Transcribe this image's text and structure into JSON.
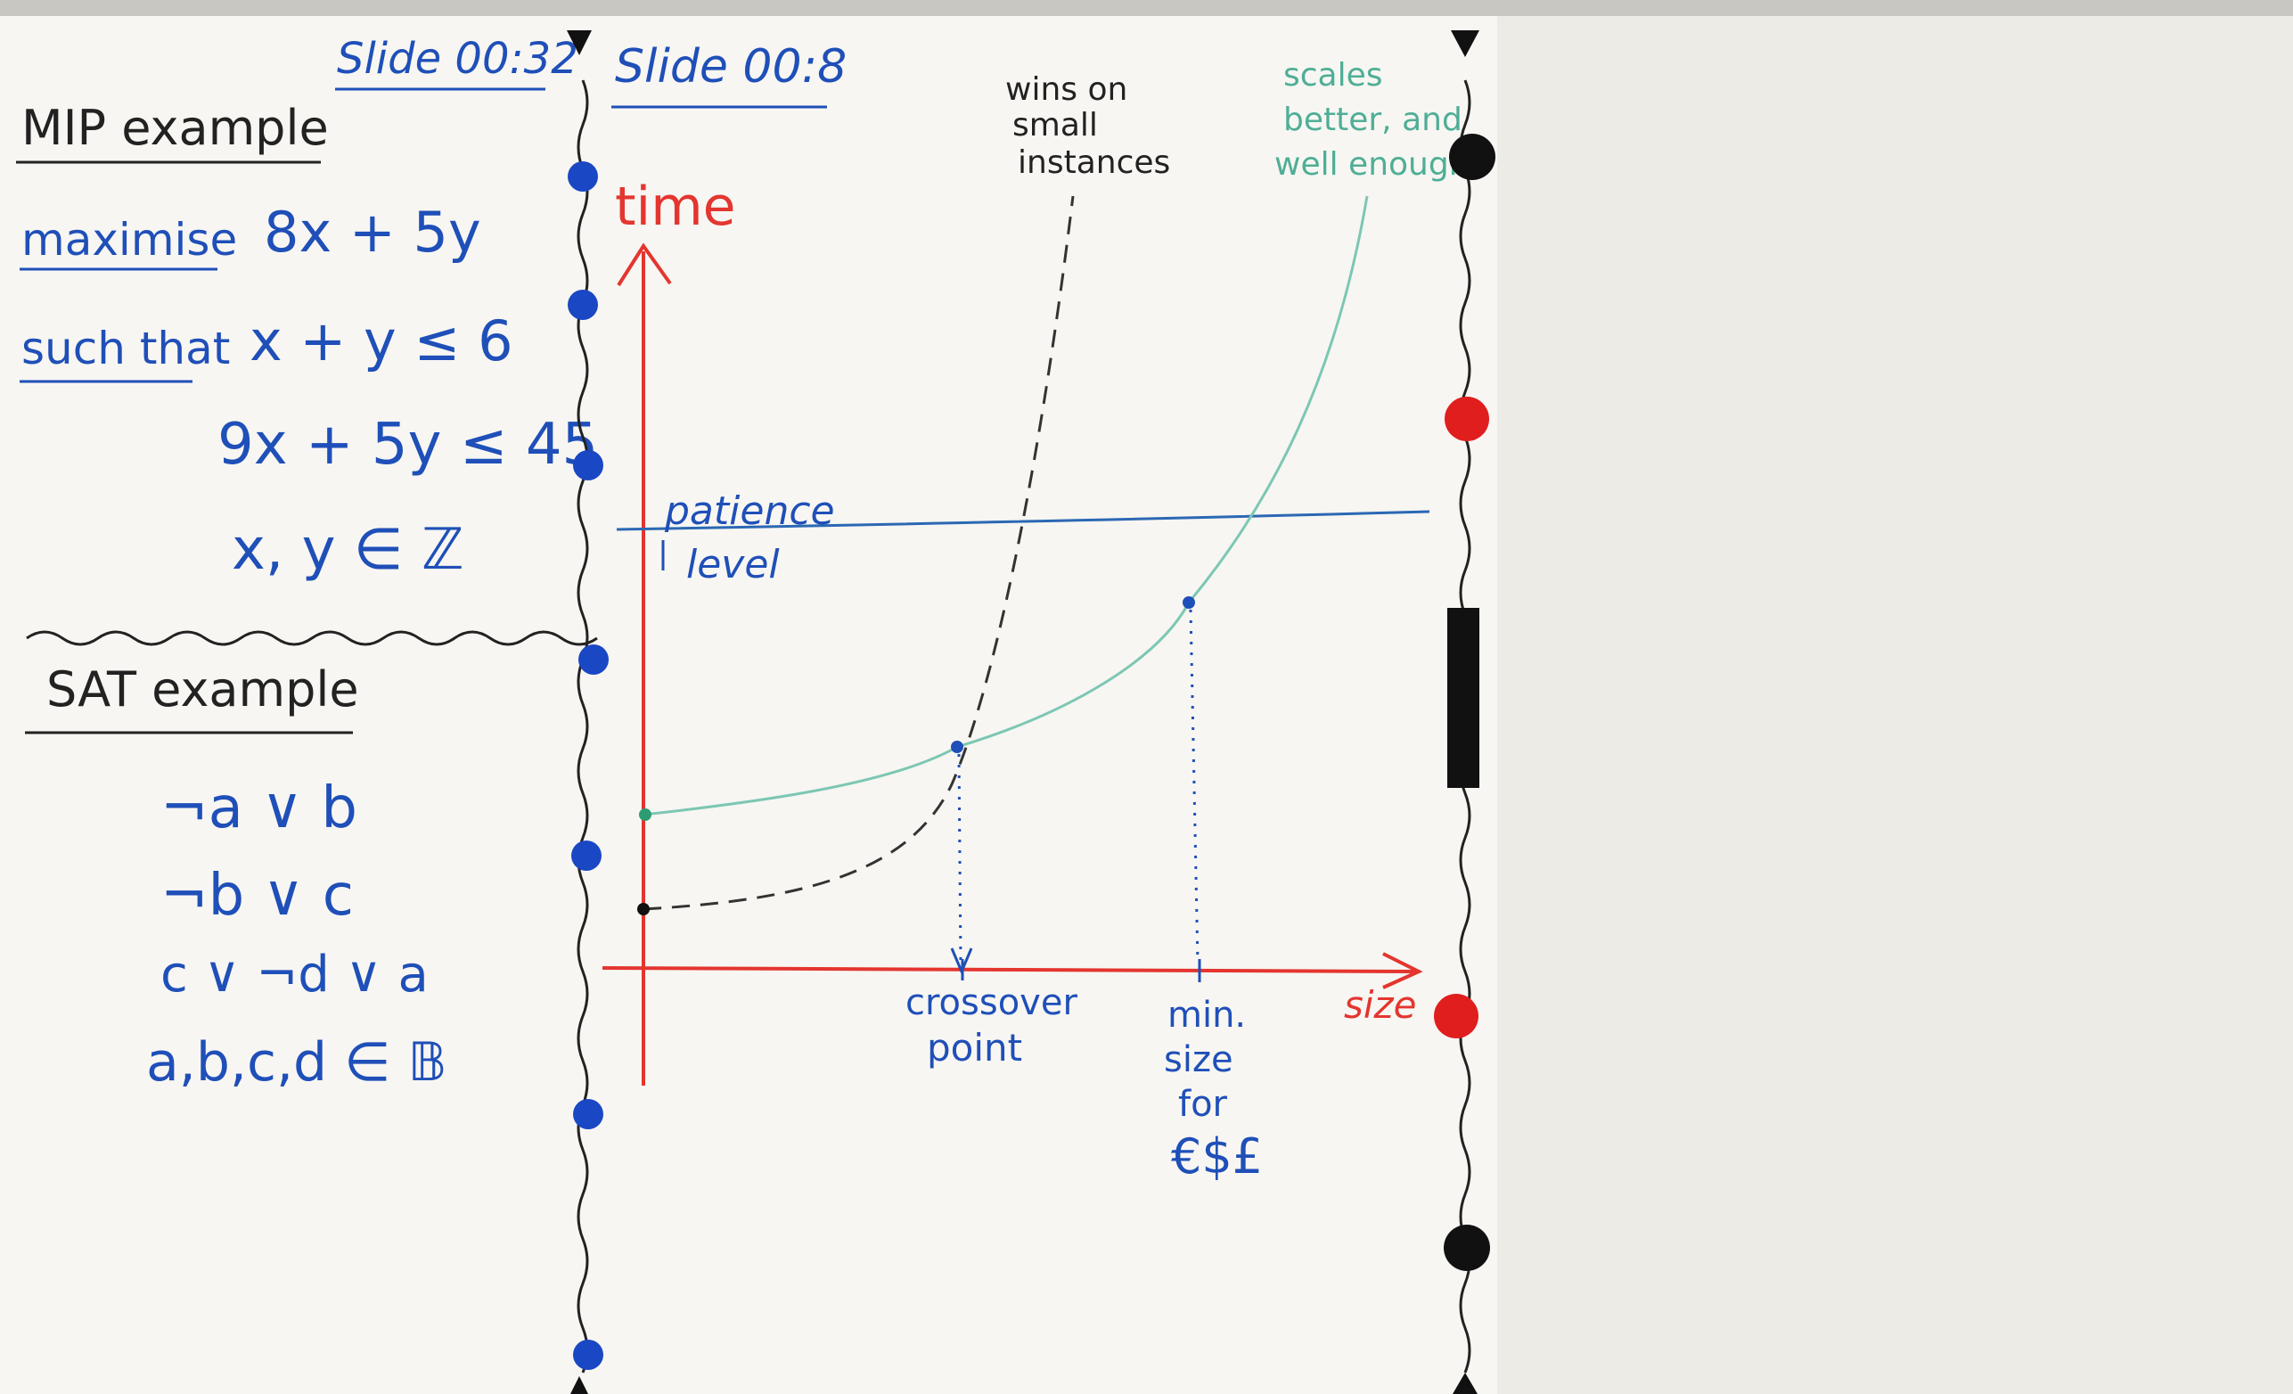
{
  "left_panel": {
    "slide_label": "Slide 00:32",
    "mip_title": "MIP example",
    "maximise_label": "maximise",
    "objective": "8x + 5y",
    "such_that_label": "such that",
    "constraint_1": "x + y ≤ 6",
    "constraint_2": "9x + 5y ≤ 45",
    "domain_mip": "x, y ∈ ℤ",
    "sat_title": "SAT example",
    "clause_1": "¬a ∨ b",
    "clause_2": "¬b ∨ c",
    "clause_3": "c ∨ ¬d ∨ a",
    "domain_sat": "a,b,c,d ∈ 𝔹"
  },
  "chart_panel": {
    "slide_label": "Slide 00:8",
    "y_axis_label": "time",
    "x_axis_label": "size",
    "patience_label_1": "patience",
    "patience_label_2": "level",
    "wins_label_1": "wins on",
    "wins_label_2": "small",
    "wins_label_3": "instances",
    "scales_label_1": "scales",
    "scales_label_2": "better, and",
    "scales_label_3": "well enough",
    "crossover_label_1": "crossover",
    "crossover_label_2": "point",
    "minsize_label_1": "min.",
    "minsize_label_2": "size",
    "minsize_label_3": "for",
    "minsize_label_4": "€$£"
  },
  "colors": {
    "board": "#f7f6f2",
    "marker_blue": "#1f4fb8",
    "marker_red": "#e4352f",
    "marker_green": "#4fae96",
    "marker_black": "#222222"
  }
}
